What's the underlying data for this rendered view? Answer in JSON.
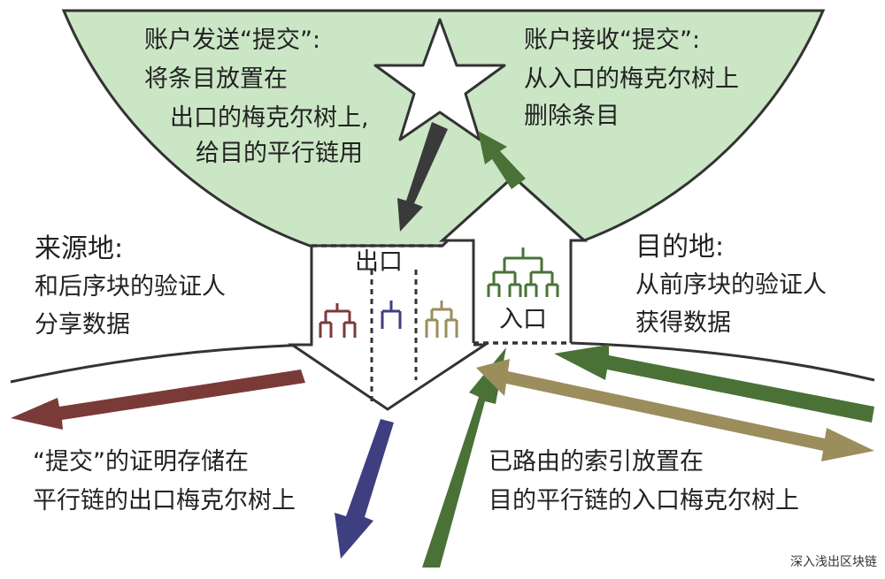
{
  "account_send": {
    "lines": [
      "账户发送“提交”:",
      "将条目放置在",
      "出口的梅克尔树上,",
      "给目的平行链用"
    ]
  },
  "account_receive": {
    "lines": [
      "账户接收“提交”:",
      "从入口的梅克尔树上",
      "删除条目"
    ]
  },
  "source": {
    "title": "来源地:",
    "lines": [
      "和后序块的验证人",
      "分享数据"
    ]
  },
  "destination": {
    "title": "目的地:",
    "lines": [
      "从前序块的验证人",
      "获得数据"
    ]
  },
  "egress_label": "出口",
  "ingress_label": "入口",
  "proof_note": {
    "lines": [
      "“提交”的证明存储在",
      "平行链的出口梅克尔树上"
    ]
  },
  "routed_note": {
    "lines": [
      "已路由的索引放置在",
      "目的平行链的入口梅克尔树上"
    ]
  },
  "watermark": "深入浅出区块链",
  "colors": {
    "circle_fill": "#cbe6c5",
    "maroon": "#7a3a38",
    "navy": "#3e3f80",
    "olive_green": "#4a7237",
    "tan": "#9c8d5c",
    "dark_gray": "#3a3a3a",
    "outline": "#333333"
  }
}
